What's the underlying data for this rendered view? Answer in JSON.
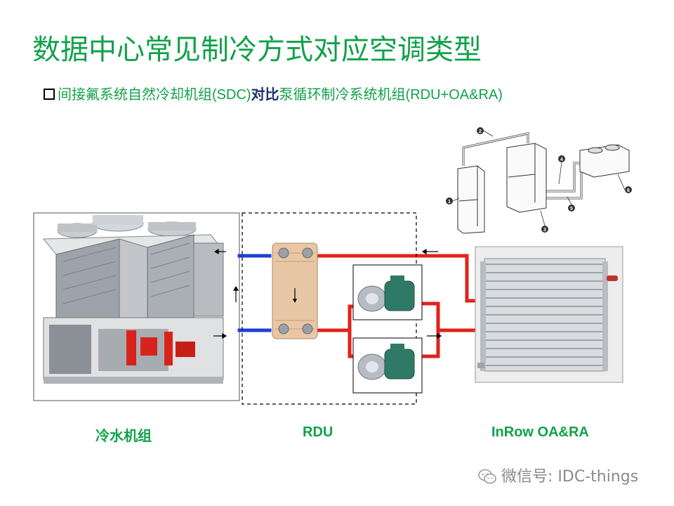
{
  "title": "数据中心常见制冷方式对应空调类型",
  "subtitle": {
    "part1": "间接氟系统自然冷却机组(SDC)",
    "part2": "对比",
    "part3": "泵循环制冷系统机组(RDU+OA&RA)"
  },
  "captions": {
    "chiller": "冷水机组",
    "rdu": "RDU",
    "inrow": "InRow OA&RA"
  },
  "schematic_labels": [
    "1",
    "2",
    "3",
    "4",
    "5",
    "6"
  ],
  "watermark": "微信号: IDC-things",
  "colors": {
    "title_green": "#12a14a",
    "pipe_red": "#e0231b",
    "pipe_blue": "#1f3fd6",
    "emphasis_navy": "#1d2e6b"
  }
}
